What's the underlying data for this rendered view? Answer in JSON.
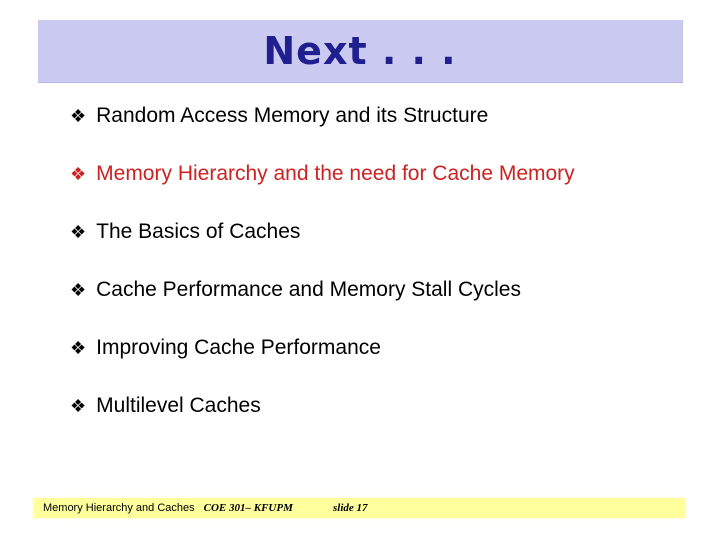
{
  "slide": {
    "title": "Next . . .",
    "bullet_glyph": "❖",
    "bullets": [
      {
        "text": "Random Access Memory and its Structure",
        "emphasis": false
      },
      {
        "text": "Memory Hierarchy and the need for Cache Memory",
        "emphasis": true
      },
      {
        "text": "The Basics of Caches",
        "emphasis": false
      },
      {
        "text": "Cache Performance and Memory Stall Cycles",
        "emphasis": false
      },
      {
        "text": "Improving Cache Performance",
        "emphasis": false
      },
      {
        "text": "Multilevel Caches",
        "emphasis": false
      }
    ],
    "footer": {
      "course_title": "Memory Hierarchy and Caches",
      "course_code": "COE 301– KFUPM",
      "slide_number": "slide 17"
    },
    "colors": {
      "background": "#ffffff",
      "title_bar_bg": "#cbcbf2",
      "title_text": "#1f1f8f",
      "bullet_text": "#000000",
      "emphasis_text": "#cc2222",
      "footer_bg": "#ffff9e",
      "footer_text": "#000000"
    }
  }
}
